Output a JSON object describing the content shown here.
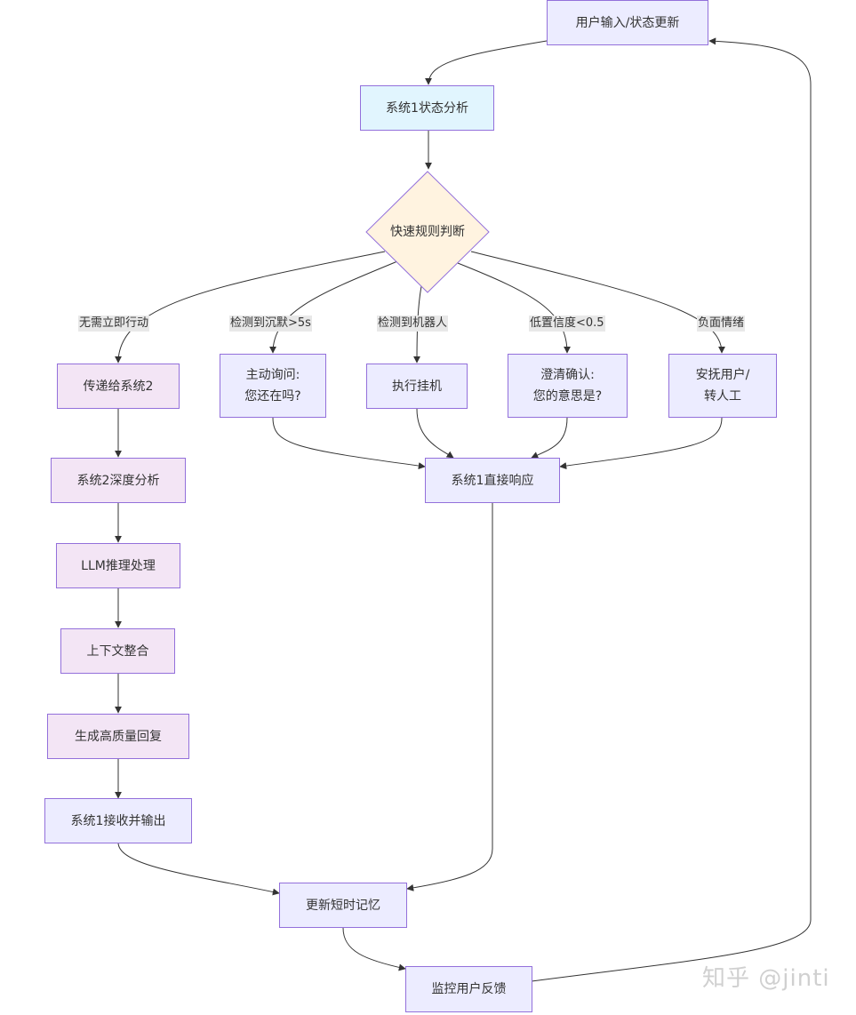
{
  "nodes": {
    "user_input": "用户输入/状态更新",
    "sys1_analysis": "系统1状态分析",
    "quick_rule": "快速规则判断",
    "pass_sys2": "传递给系统2",
    "proactive_line1": "主动询问:",
    "proactive_line2": "您还在吗?",
    "hangup": "执行挂机",
    "clarify_line1": "澄清确认:",
    "clarify_line2": "您的意思是?",
    "comfort_line1": "安抚用户/",
    "comfort_line2": "转人工",
    "sys2_deep": "系统2深度分析",
    "llm": "LLM推理处理",
    "context": "上下文整合",
    "gen_reply": "生成高质量回复",
    "sys1_receive": "系统1接收并输出",
    "sys1_direct": "系统1直接响应",
    "update_mem": "更新短时记忆",
    "monitor": "监控用户反馈"
  },
  "edge_labels": {
    "no_action": "无需立即行动",
    "silence": "检测到沉默>5s",
    "robot": "检测到机器人",
    "low_conf": "低置信度<0.5",
    "negative": "负面情绪"
  },
  "watermark": "知乎 @jinti",
  "colors": {
    "node_border": "#9370DB",
    "blue_fill": "#E1F5FE",
    "lavender_fill": "#ECECFF",
    "pink_fill": "#F3E5F5",
    "diamond_fill": "#FFF3E0",
    "edge": "#333333"
  }
}
